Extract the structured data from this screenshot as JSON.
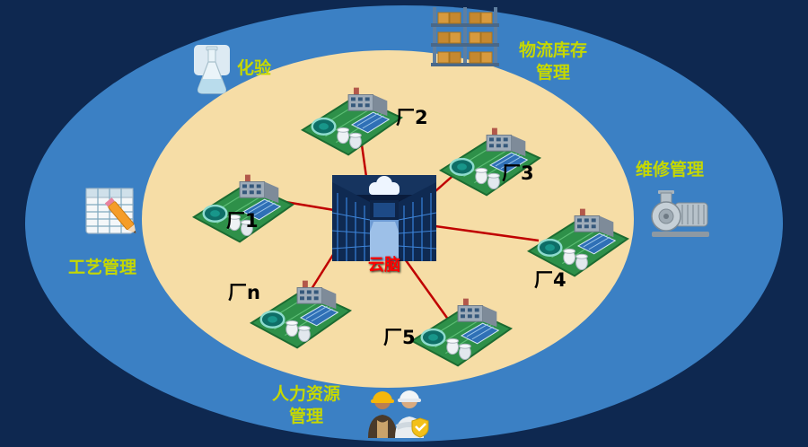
{
  "center": {
    "label": "云脑"
  },
  "factories": [
    {
      "label": "厂1"
    },
    {
      "label": "厂2"
    },
    {
      "label": "厂3"
    },
    {
      "label": "厂4"
    },
    {
      "label": "厂5"
    },
    {
      "label": "厂n"
    }
  ],
  "services": [
    {
      "label": "化验",
      "icon": "flask-icon"
    },
    {
      "label": "物流库存\n管理",
      "icon": "warehouse-rack-icon"
    },
    {
      "label": "维修管理",
      "icon": "pump-icon"
    },
    {
      "label": "工艺管理",
      "icon": "spreadsheet-pencil-icon"
    },
    {
      "label": "人力资源\n管理",
      "icon": "workers-icon"
    }
  ],
  "colors": {
    "background": "#0e2850",
    "outer_ellipse": "#3b80c4",
    "inner_ellipse": "#f6dda6",
    "service_label": "#c6d800",
    "factory_label": "#000000",
    "center_label": "#ff0000",
    "connector": "#c00000"
  }
}
